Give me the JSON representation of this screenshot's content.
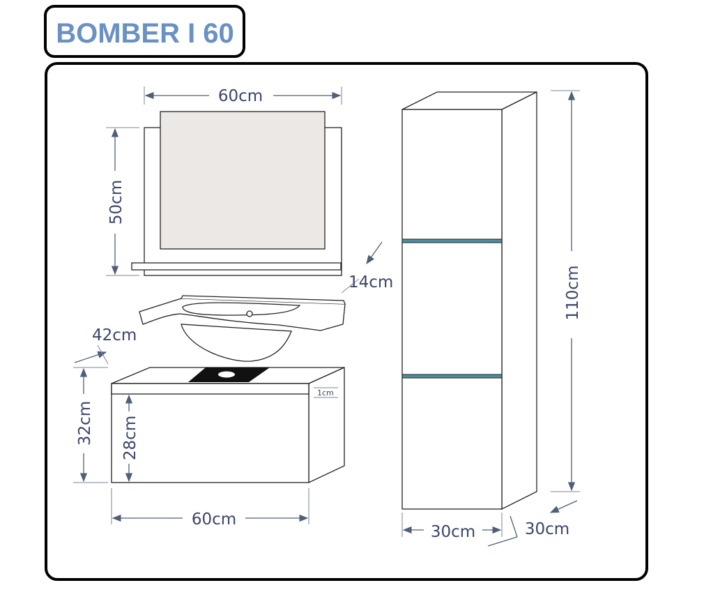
{
  "title": "BOMBER I 60",
  "dimensions": {
    "mirror_width": "60cm",
    "mirror_height": "50cm",
    "shelf_depth": "14cm",
    "sink_depth": "42cm",
    "cabinet_height": "32cm",
    "drawer_height": "28cm",
    "countertop_thickness": "1cm",
    "cabinet_width": "60cm",
    "tall_height": "110cm",
    "tall_width": "30cm",
    "tall_depth": "30cm"
  },
  "colors": {
    "title": "#6a91c3",
    "dimension_text": "#3b4668",
    "mirror_fill": "#ebe8e6",
    "accent_strip": "#4a8fa0"
  }
}
